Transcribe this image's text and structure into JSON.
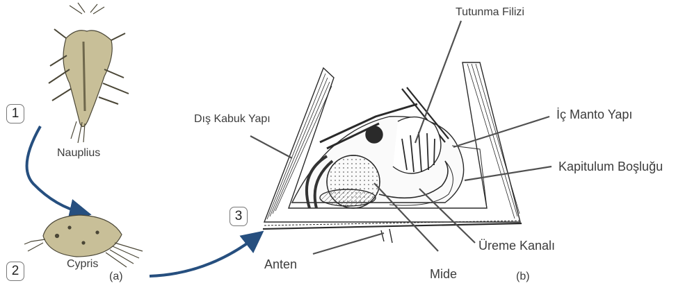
{
  "steps": [
    "1",
    "2",
    "3"
  ],
  "stages": {
    "nauplius": "Nauplius",
    "cypris": "Cypris"
  },
  "panel_labels": {
    "a": "(a)",
    "b": "(b)"
  },
  "parts": {
    "attachment_filament": "Tutunma Filizi",
    "outer_shell": "Dış Kabuk Yapı",
    "inner_mantle": "İç Manto Yapı",
    "capitulum_cavity": "Kapitulum Boşluğu",
    "antenna": "Anten",
    "stomach": "Mide",
    "reproductive_canal": "Üreme Kanalı"
  },
  "colors": {
    "arrow": "#264f7f",
    "leader": "#505050",
    "drawing": "#2a2a2a",
    "larva": "#c8bf98"
  }
}
